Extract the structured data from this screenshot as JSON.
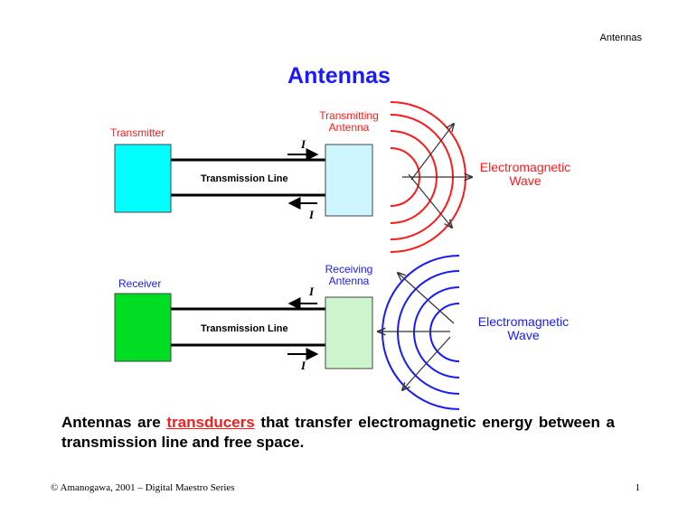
{
  "header": {
    "topic": "Antennas"
  },
  "title": "Antennas",
  "top": {
    "transmitter_label": "Transmitter",
    "antenna_label_line1": "Transmitting",
    "antenna_label_line2": "Antenna",
    "line_label": "Transmission Line",
    "current_upper": "I",
    "current_lower": "I",
    "wave_line1": "Electromagnetic",
    "wave_line2": "Wave"
  },
  "bottom": {
    "receiver_label": "Receiver",
    "antenna_label_line1": "Receiving",
    "antenna_label_line2": "Antenna",
    "line_label": "Transmission Line",
    "current_upper": "I",
    "current_lower": "I",
    "wave_line1": "Electromagnetic",
    "wave_line2": "Wave"
  },
  "statement": {
    "part1": "Antennas are ",
    "keyword": "transducers",
    "part2": " that transfer electromagnetic energy between a transmission line and free space."
  },
  "footer": {
    "credit": "© Amanogawa, 2001 – Digital Maestro Series",
    "page_number": "1"
  },
  "colors": {
    "title": "#1a1aff",
    "transmitter_fill": "#00ffff",
    "transmitting_antenna_fill": "#ccf5ff",
    "receiver_fill": "#00dd22",
    "receiving_antenna_fill": "#ccf5cc",
    "emitted_wave": "#ff1a1a",
    "received_wave": "#1a1aff"
  }
}
